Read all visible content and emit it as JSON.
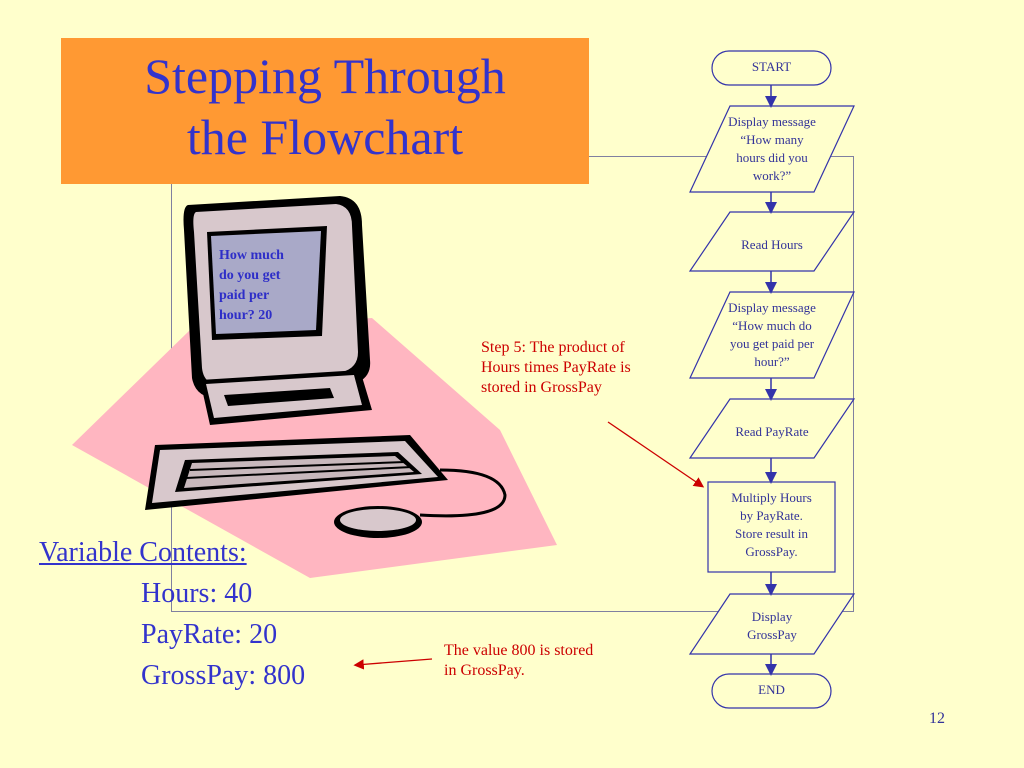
{
  "slide": {
    "title_lines": [
      "Stepping Through",
      "the Flowchart"
    ],
    "page_number": "12"
  },
  "computer": {
    "screen_lines": [
      "How much",
      "do you get",
      "paid per",
      "hour? 20"
    ]
  },
  "variables": {
    "heading": "Variable Contents:",
    "rows": [
      "Hours: 40",
      "PayRate: 20",
      "GrossPay: 800"
    ]
  },
  "annotations": {
    "step5_lines": [
      "Step 5: The product of",
      "Hours times PayRate is",
      "stored in GrossPay"
    ],
    "value_lines": [
      "The value 800 is stored",
      "in GrossPay."
    ]
  },
  "flowchart": {
    "start": "START",
    "display_hours_lines": [
      "Display message",
      "“How many",
      "hours did you",
      "work?”"
    ],
    "read_hours": "Read Hours",
    "display_payrate_lines": [
      "Display message",
      "“How much do",
      "you get paid per",
      "hour?”"
    ],
    "read_payrate": "Read PayRate",
    "multiply_lines": [
      "Multiply Hours",
      "by PayRate.",
      "Store result in",
      "GrossPay."
    ],
    "display_grosspay_lines": [
      "Display",
      "GrossPay"
    ],
    "end": "END"
  },
  "colors": {
    "background": "#FFFFCC",
    "title_box": "#FF9933",
    "title_text": "#3333CC",
    "annotation": "#CC0000",
    "flow_stroke": "#3333AA"
  }
}
